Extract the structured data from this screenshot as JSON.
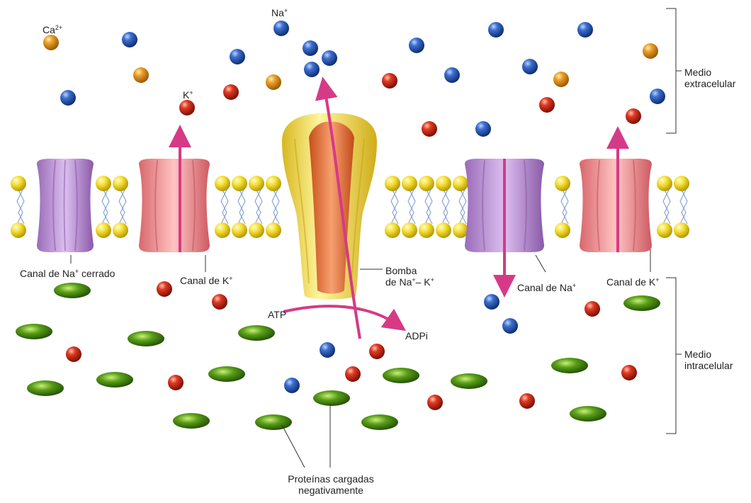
{
  "labels": {
    "ca": {
      "base": "Ca",
      "sup": "2+"
    },
    "na_top": {
      "base": "Na",
      "sup": "+"
    },
    "k_top": {
      "base": "K",
      "sup": "+"
    },
    "medio_extracelular": [
      "Medio",
      "extracelular"
    ],
    "canal_na_cerrado": {
      "pre": "Canal de Na",
      "sup": "+",
      "post": " cerrado"
    },
    "canal_k_left": {
      "pre": "Canal de K",
      "sup": "+"
    },
    "bomba": {
      "line1": "Bomba",
      "line2_pre": "de Na",
      "line2_sup1": "+",
      "line2_mid": "– K",
      "line2_sup2": "+"
    },
    "canal_na_open": {
      "pre": "Canal de Na",
      "sup": "+"
    },
    "canal_k_right": {
      "pre": "Canal de K",
      "sup": "+"
    },
    "atp": "ATP",
    "adpi": "ADPi",
    "medio_intracelular": [
      "Medio",
      "intracelular"
    ],
    "proteinas": [
      "Proteínas cargadas",
      "negativamente"
    ]
  },
  "colors": {
    "na_ion": "#1f4fa8",
    "k_ion": "#c8201a",
    "ca_ion": "#e2921a",
    "protein": "#4a8a12",
    "phospholipid_head": "#f2dc2a",
    "na_channel": "#b98ccf",
    "k_channel": "#e88a8c",
    "pump": "#f2de55",
    "arrow": "#d63a86"
  }
}
